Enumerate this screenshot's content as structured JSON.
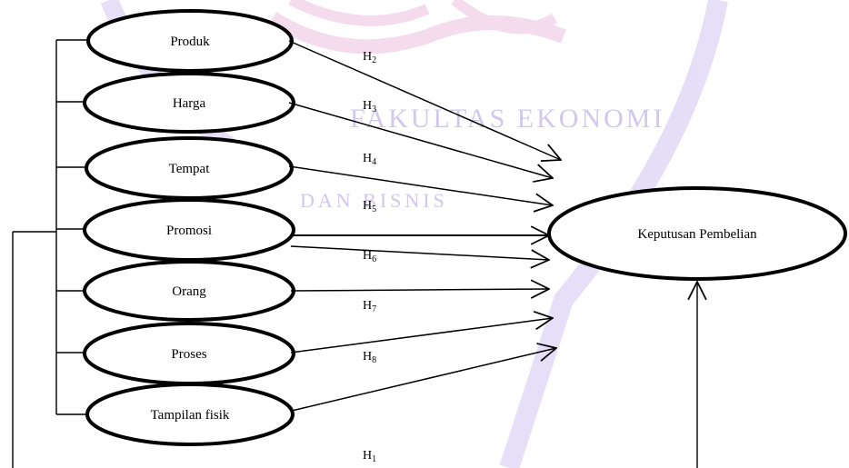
{
  "diagram": {
    "nodes": [
      {
        "id": "produk",
        "label": "Produk"
      },
      {
        "id": "harga",
        "label": "Harga"
      },
      {
        "id": "tempat",
        "label": "Tempat"
      },
      {
        "id": "promosi",
        "label": "Promosi"
      },
      {
        "id": "orang",
        "label": "Orang"
      },
      {
        "id": "proses",
        "label": "Proses"
      },
      {
        "id": "tampilan",
        "label": "Tampilan fisik"
      }
    ],
    "target": {
      "id": "keputusan",
      "label": "Keputusan Pembelian"
    },
    "hypotheses": [
      {
        "id": "h2",
        "letter": "H",
        "sub": "2"
      },
      {
        "id": "h3",
        "letter": "H",
        "sub": "3"
      },
      {
        "id": "h4",
        "letter": "H",
        "sub": "4"
      },
      {
        "id": "h5",
        "letter": "H",
        "sub": "5"
      },
      {
        "id": "h6",
        "letter": "H",
        "sub": "6"
      },
      {
        "id": "h7",
        "letter": "H",
        "sub": "7"
      },
      {
        "id": "h8",
        "letter": "H",
        "sub": "8"
      },
      {
        "id": "h1",
        "letter": "H",
        "sub": "1"
      }
    ],
    "watermark": {
      "line1": "FAKULTAS EKONOMI",
      "line2": "DAN BISNIS",
      "color": "#c7b9ee",
      "accent": "#f2c4e4"
    }
  }
}
